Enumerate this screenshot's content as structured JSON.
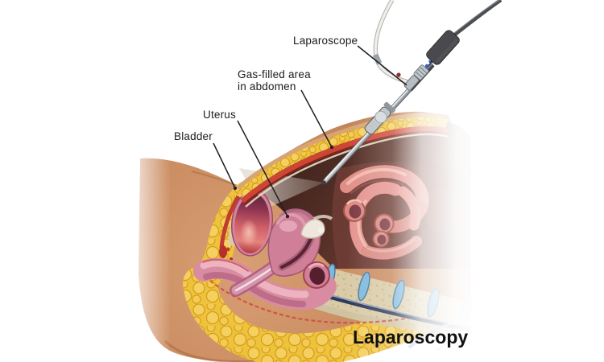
{
  "image": {
    "type": "medical-illustration",
    "procedure": "Laparoscopy",
    "title": "Laparoscopy",
    "labels": {
      "laparoscope": "Laparoscope",
      "gas_filled_area": "Gas-filled area\nin abdomen",
      "uterus": "Uterus",
      "bladder": "Bladder"
    },
    "colors": {
      "background": "#ffffff",
      "skin": "#c98a5f",
      "fat": "#eec23a",
      "muscle": "#cf4534",
      "cavity_dark": "#3a1f1a",
      "intestine": "#e08f88",
      "uterus_pink": "#cf7f98",
      "bladder_dome": "#5c2538",
      "bladder_body": "#cf5f68",
      "spine_bone": "#d9cba6",
      "spine_disc": "#7fb9dc",
      "spinal_cord": "#2c3a5e",
      "scope_metal": "#b7bdc2",
      "camera_body": "#131315",
      "light_cable": "#f0efec",
      "label_text": "#1b1b1b"
    }
  }
}
